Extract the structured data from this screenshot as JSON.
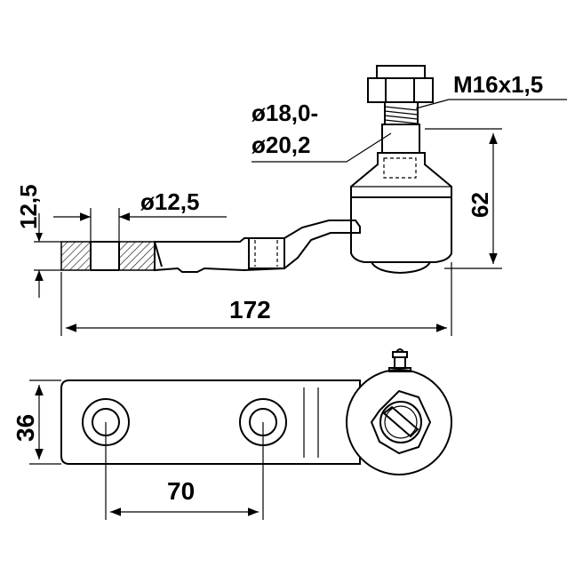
{
  "labels": {
    "thread": "M16x1,5",
    "cone_diameter_top": "ø18,0-",
    "cone_diameter_bottom": "ø20,2",
    "left_height": "12,5",
    "eye_diameter": "ø12,5",
    "total_height": "62",
    "total_length": "172",
    "arm_width": "36",
    "hole_spacing": "70"
  }
}
